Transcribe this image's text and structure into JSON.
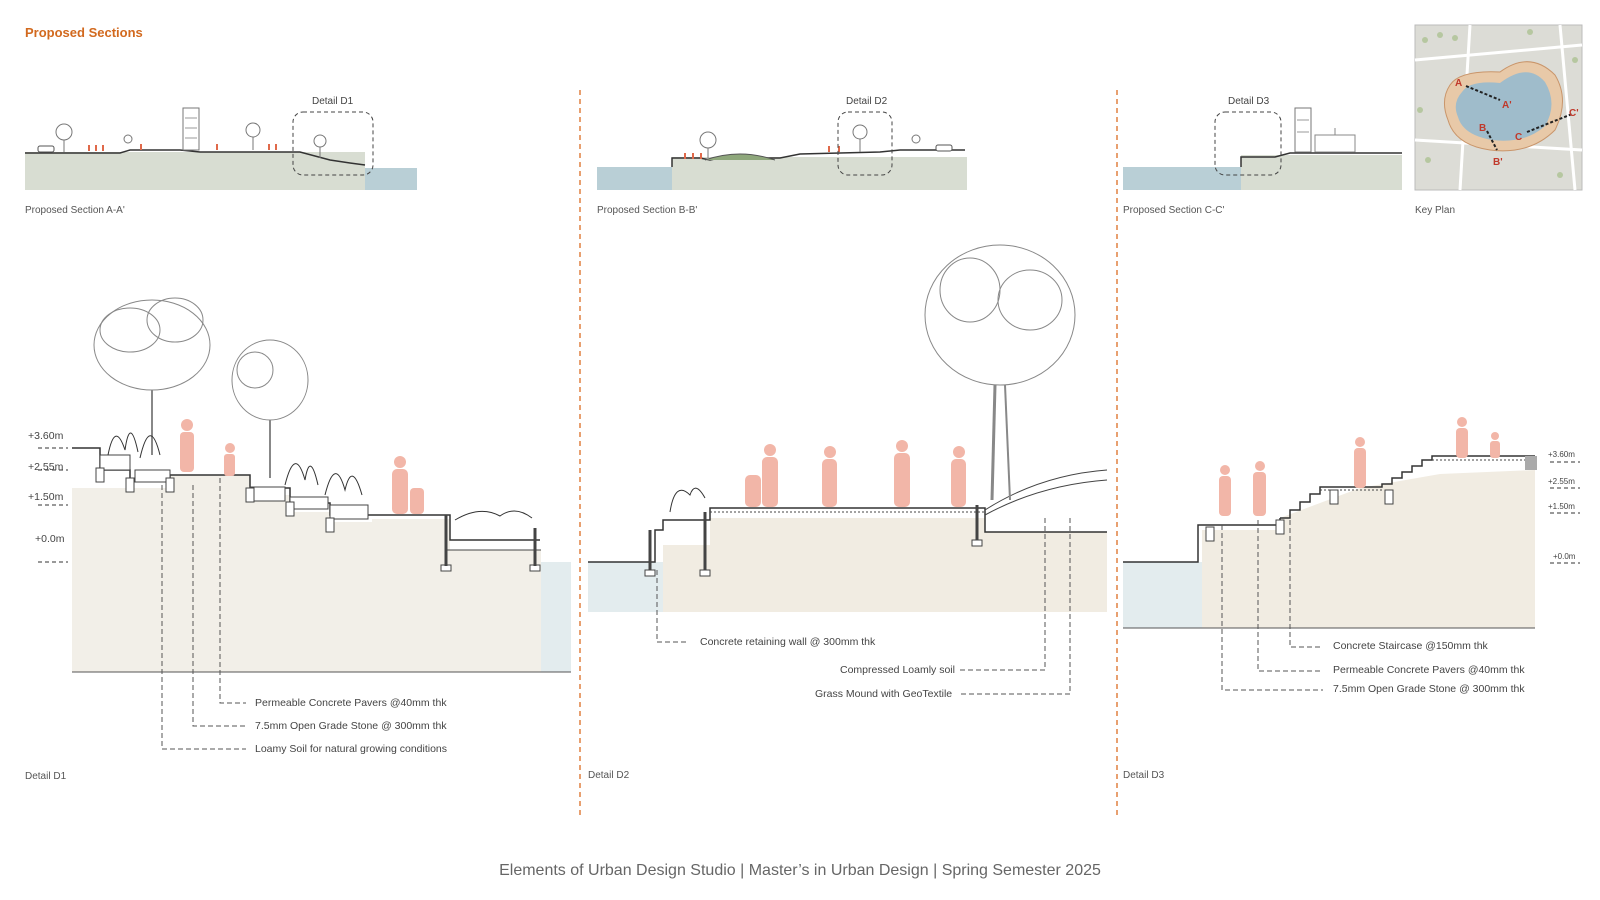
{
  "header": {
    "title": "Proposed Sections"
  },
  "sections": [
    {
      "caption": "Proposed Section A-A'",
      "detail_tag": "Detail D1"
    },
    {
      "caption": "Proposed Section B-B'",
      "detail_tag": "Detail D2"
    },
    {
      "caption": "Proposed Section C-C'",
      "detail_tag": "Detail D3"
    }
  ],
  "key_plan": {
    "caption": "Key Plan",
    "markers": [
      "A",
      "A'",
      "B",
      "B'",
      "C",
      "C'"
    ]
  },
  "detail_d1": {
    "caption": "Detail D1",
    "levels": [
      "+3.60m",
      "+2.55m",
      "+1.50m",
      "+0.0m"
    ],
    "labels": [
      "Permeable Concrete Pavers @40mm thk",
      "7.5mm Open Grade Stone @ 300mm thk",
      "Loamy Soil for natural growing conditions"
    ]
  },
  "detail_d2": {
    "caption": "Detail D2",
    "labels": [
      "Concrete  retaining wall @ 300mm thk",
      "Compressed Loamly soil",
      "Grass Mound with GeoTextile"
    ]
  },
  "detail_d3": {
    "caption": "Detail D3",
    "levels": [
      "+3.60m",
      "+2.55m",
      "+1.50m",
      "+0.0m"
    ],
    "labels": [
      "Concrete Staircase @150mm thk",
      "Permeable Concrete Pavers @40mm thk",
      "7.5mm Open Grade Stone @ 300mm thk"
    ]
  },
  "footer": {
    "text": "Elements of Urban Design Studio | Master’s in Urban Design | Spring Semester 2025"
  },
  "colors": {
    "accent": "#d2691e",
    "divider": "#e08040",
    "ground": "#d8ddd2",
    "water": "#b9cfd6",
    "soil": "#f2efe8",
    "figure": "#f2b6a8"
  }
}
